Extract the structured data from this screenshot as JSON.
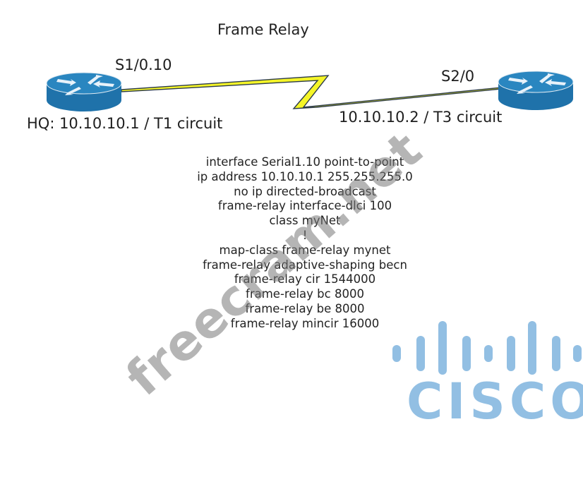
{
  "diagram": {
    "title": "Frame Relay",
    "link_type": "serial-lightning",
    "nodes": [
      {
        "id": "hq",
        "type": "router",
        "interface": "S1/0.10",
        "label": "HQ: 10.10.10.1 / T1 circuit"
      },
      {
        "id": "remote",
        "type": "router",
        "interface": "S2/0",
        "label": "10.10.10.2 / T3 circuit"
      }
    ],
    "config_lines": [
      "interface Serial1.10 point-to-point",
      "ip address 10.10.10.1 255.255.255.0",
      "no ip directed-broadcast",
      "frame-relay interface-dlci 100",
      "class myNet",
      "!",
      "map-class frame-relay mynet",
      "frame-relay adaptive-shaping becn",
      "frame-relay cir 1544000",
      "frame-relay bc 8000",
      "frame-relay be 8000",
      "frame-relay mincir 16000"
    ]
  },
  "watermark": "freecram.net",
  "logo": {
    "text": "CISCO",
    "color": "#92bfe3"
  },
  "colors": {
    "router": "#1f7bb5",
    "router_top": "#2a8ac4",
    "link": "#f5f528",
    "link_outline": "#2b3a4a"
  }
}
